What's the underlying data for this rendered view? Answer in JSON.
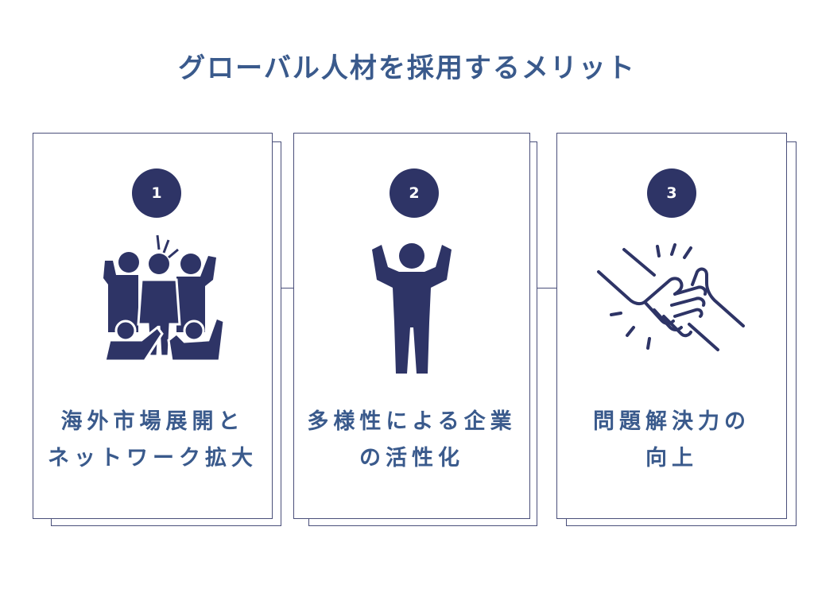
{
  "title": "グローバル人材を採用するメリット",
  "colors": {
    "title": "#3a5a8c",
    "navy": "#2e3466",
    "border": "#4a4f7a"
  },
  "cards": [
    {
      "number": "1",
      "icon": "cheering-crowd-icon",
      "line1": "海外市場展開と",
      "line2": "ネットワーク拡大"
    },
    {
      "number": "2",
      "icon": "strong-person-icon",
      "line1": "多様性による企業",
      "line2": "の活性化"
    },
    {
      "number": "3",
      "icon": "handshake-icon",
      "line1": "問題解決力の",
      "line2": "向上"
    }
  ]
}
